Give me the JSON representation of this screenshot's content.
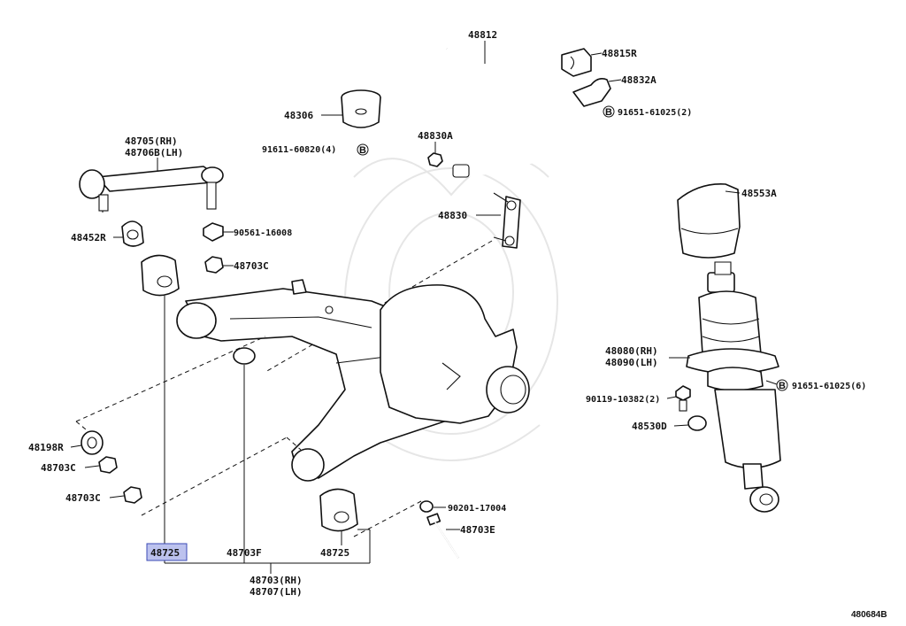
{
  "diagram": {
    "ref_code": "480684B",
    "highlighted_part": "48725",
    "parts": {
      "p48812": "48812",
      "p48815R": "48815R",
      "p48832A": "48832A",
      "p91651_61025_2": "91651-61025(2)",
      "p48306": "48306",
      "p48830A": "48830A",
      "p91611": "91611-60820(4)",
      "p48705": "48705(RH)",
      "p48706B": "48706B(LH)",
      "p48830": "48830",
      "p48553A": "48553A",
      "p48452R": "48452R",
      "p90561": "90561-16008",
      "p48703C_top": "48703C",
      "p48080": "48080(RH)",
      "p48090": "48090(LH)",
      "p90119": "90119-10382(2)",
      "p91651_61025_6": "91651-61025(6)",
      "p48530D": "48530D",
      "p48198R": "48198R",
      "p48703C_mid": "48703C",
      "p48703C_low": "48703C",
      "p90201": "90201-17004",
      "p48703E": "48703E",
      "p48725_left": "48725",
      "p48703F": "48703F",
      "p48725_right": "48725",
      "p48703RH": "48703(RH)",
      "p48707LH": "48707(LH)"
    },
    "bolt_marker": "B"
  }
}
